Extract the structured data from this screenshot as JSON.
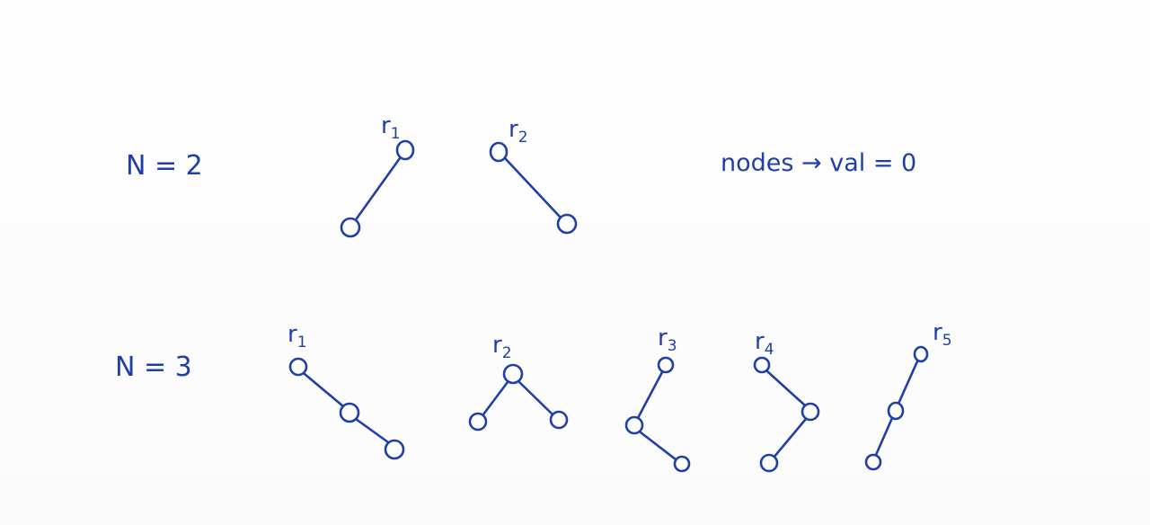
{
  "ink_color": "#1f3fa6",
  "background_color": "#fdfdfd",
  "rows": [
    {
      "label": "N = 2",
      "trees": [
        {
          "root_label": "r1"
        },
        {
          "root_label": "r2"
        }
      ],
      "note": "nodes → val = 0"
    },
    {
      "label": "N = 3",
      "trees": [
        {
          "root_label": "r1"
        },
        {
          "root_label": "r2"
        },
        {
          "root_label": "r3"
        },
        {
          "root_label": "r4"
        },
        {
          "root_label": "r5"
        }
      ]
    }
  ]
}
